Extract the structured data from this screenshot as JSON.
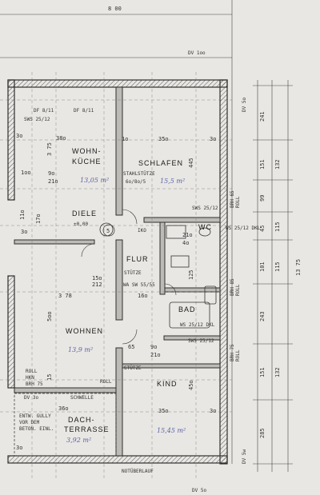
{
  "header": {
    "top_dim": "8 00",
    "dv_top": "DV 1oo"
  },
  "rooms": {
    "wohnkueche_1": "WOHN-",
    "wohnkueche_2": "KÜCHE",
    "schlafen": "SCHLAFEN",
    "diele": "DIELE",
    "wc": "WC",
    "flur": "FLUR",
    "bad": "BAD",
    "wohnen": "WOHNEN",
    "kind": "KIND",
    "dachterrasse_1": "DACH-",
    "dachterrasse_2": "TERRASSE"
  },
  "areas": {
    "kueche": "13,05 m²",
    "schlafen": "15,5 m²",
    "wohnen": "13,9 m²",
    "kind": "15,45 m²",
    "terrasse": "3,92 m²"
  },
  "labels": {
    "df_left": "DF 8/11",
    "df_right": "DF 8/11",
    "sws_top": "SWS 25/12",
    "stahlstuetze": "STAHLSTÜTZE",
    "stahlstuetze_dim": "6o/8o/5",
    "sws_wc": "SWS 25/12",
    "wc_vent": "WS 25/12 DKL",
    "stuetze_flur": "STÜTZE",
    "wasw": "WA SW 55/55",
    "ws_bad": "WS 25/12 DKL",
    "sws_bad": "SWS 25/12",
    "stuetze_kind": "STÜTZE",
    "roll_left": "ROLL",
    "hkn": "HKN",
    "brh75_left": "BRH 75",
    "roll_right": "ROLL",
    "schwelle": "SCHWELLE",
    "dv_terrasse": "DV 3o",
    "entw_1": "ENTW. GULLY",
    "entw_2": "VOR DEM",
    "entw_3": "BETON. EINL.",
    "notueberlauf": "NOTÜBERLAUF",
    "dv_bottom": "DV 5o",
    "dv_right_top": "DV 5o",
    "dv_right_bottom": "DV 5w",
    "brh_wc_1": "BRH 65",
    "brh_wc_2": "ROLL",
    "brh_bad_1": "BRH 85",
    "brh_bad_2": "ROLL",
    "brh_kind_1": "BRH 75",
    "brh_kind_2": "ROLL",
    "circle_num": "5",
    "flur_dim": "±0,00",
    "ikd": "IKO"
  },
  "dims": {
    "w_3o": "3o",
    "w_380": "38o",
    "w_1o": "1o",
    "w_350": "35o",
    "k_375": "3 75",
    "k_445": "445",
    "k_1oo": "1oo",
    "k_9o": "9o",
    "k_21o": "21o",
    "k_110": "11o",
    "k_170": "17o",
    "k_3o": "3o",
    "k_15o": "15o",
    "k_212": "212",
    "k_3785": "3 78",
    "k_16o": "16o",
    "k_500": "5oo",
    "k_65": "65",
    "k_9o2": "9o",
    "k_21o2": "21o",
    "k_4o": "4o",
    "k_21o3": "21o",
    "k_125": "125",
    "k_45o": "45o",
    "k_15": "15",
    "k_36o": "36o",
    "k_350b": "35o",
    "k_3ob": "3o",
    "r_241": "241",
    "r_151": "151",
    "r_132": "132",
    "r_99": "99",
    "r_115": "115",
    "r_45": "45",
    "r_101": "101",
    "r_115b": "115",
    "r_243": "243",
    "r_151b": "151",
    "r_132b": "132",
    "r_285": "285",
    "r_total": "13 75"
  },
  "colors": {
    "paper": "#e9e7e3",
    "ink": "#2a2a2a",
    "wall": "#3a3a3a",
    "pencil": "#5a63a8"
  }
}
